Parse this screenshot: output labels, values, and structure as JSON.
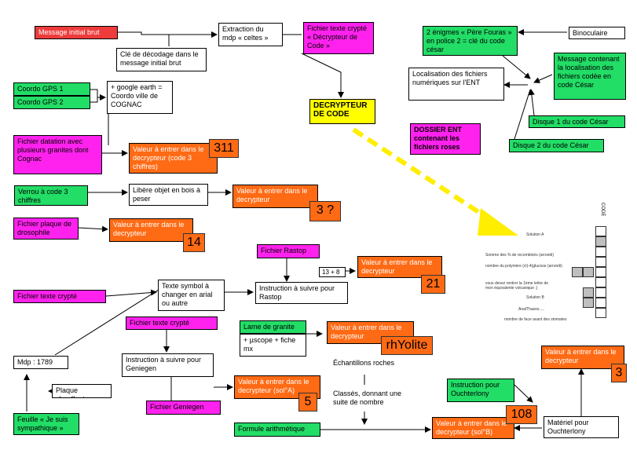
{
  "nodes": {
    "message_initial": "Message initial brut",
    "cle_decodage": "Clé de décodage dans le message initial brut",
    "extraction": "Extraction du mdp « celtes »",
    "fichier_crypte_decrypteur": "Fichier texte crypté « Décrypteur de Code »",
    "decrypteur": "DECRYPTEUR DE CODE",
    "localisation": "Localisation des fichiers numériques sur l'ENT",
    "dossier_ent": "DOSSIER ENT contenant les fichiers roses",
    "enigmes": "2 énigmes « Père Fouras » en police 2 = clé du code césar",
    "binoculaire": "Binoculaire",
    "message_cesar": "Message contenant la localisation des fichiers codée en code César",
    "disque1": "Disque 1 du code César",
    "disque2": "Disque 2 du code César",
    "gps1": "Coordo GPS 1",
    "gps2": "Coordo GPS 2",
    "google_earth": "+ google earth = Coordo ville de COGNAC",
    "datation": "Fichier datation avec plusieurs granites dont Cognac",
    "valeur_311": "Valeur à entrer dans le decrypteur (code 3 chiffres)",
    "num_311": "311",
    "verrou": "Verrou à code 3 chiffres",
    "libere": "Libère objet en bois à peser",
    "valeur_3q": "Valeur à entrer dans le decrypteur",
    "num_3q": "3 ?",
    "drosophile": "Fichier plaque de drosophile",
    "valeur_14": "Valeur à entrer dans le decrypteur",
    "num_14": "14",
    "rastop": "Fichier Rastop",
    "rastop_13_8": "13 + 8",
    "valeur_21": "Valeur à entrer dans le decrypteur",
    "num_21": "21",
    "instruction_rastop": "Instruction à suivre pour Rastop",
    "texte_symbol": "Texte symbol à changer en arial ou autre",
    "fichier_crypte_1": "Fichier texte crypté",
    "fichier_crypte_2": "Fichier texte crypté",
    "lame_granite": "Lame de granite",
    "lame_detail": "+ µscope + fiche mx",
    "valeur_rhyolite": "Valeur à entrer dans le decrypteur",
    "num_rhyolite": "rhYolite",
    "mdp": "Mdp : 1789",
    "instruction_geniegen": "Instruction à suivre pour Geniegen",
    "fichier_geniegen": "Fichier Geniegen",
    "echantillons": "Échantillons roches",
    "classes": "Classés, donnant une suite de nombre",
    "valeur_5": "Valeur à entrer dans le decrypteur (sol°A)",
    "num_5": "5",
    "plaque": "Plaque chauffante",
    "feuille": "Feuille « Je suis sympathique »",
    "formule": "Formule arithmétique",
    "valeur_108": "Valeur à entrer dans le decrypteur (sol°B)",
    "num_108": "108",
    "instruction_ouch": "Instruction pour Ouchterlony",
    "materiel_ouch": "Matériel pour Ouchterlony",
    "valeur_3": "Valeur à entrer dans le decrypteur",
    "num_3": "3"
  },
  "grid_sheet": {
    "title": "CODE",
    "labels": [
      "Solution A",
      "Somme des % de recombinés (arrondi)",
      "nombre du polymère (cl)-4(glucose (arrondi)",
      "vous devez rentrer la 1ème lettre de mon équivalente volcanique ;)",
      "Solution B",
      "AnalThasos.....",
      "nombre de face avant des stomates"
    ]
  },
  "colors": {
    "red": "#ee3b3b",
    "green": "#22dd66",
    "magenta": "#ff22ee",
    "orange": "#ff6a14",
    "yellow": "#ffff00"
  }
}
